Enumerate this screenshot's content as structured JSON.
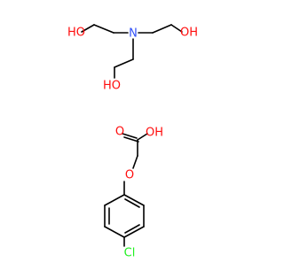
{
  "colors": {
    "bond": "#000000",
    "oxygen": "#ff0d0d",
    "nitrogen": "#3050f8",
    "chlorine": "#1ff01f",
    "background": "#ffffff"
  },
  "molecules": {
    "triethanolamine": {
      "nitrogen_label": "N",
      "hydroxyl_left_label": "HO",
      "hydroxyl_right_label": "OH",
      "hydroxyl_bottom_label": "HO"
    },
    "chlorophenoxyacetic_acid": {
      "hydroxyl_label": "OH",
      "carbonyl_oxygen_label": "O",
      "ether_oxygen_label": "O",
      "chlorine_label": "Cl"
    }
  }
}
